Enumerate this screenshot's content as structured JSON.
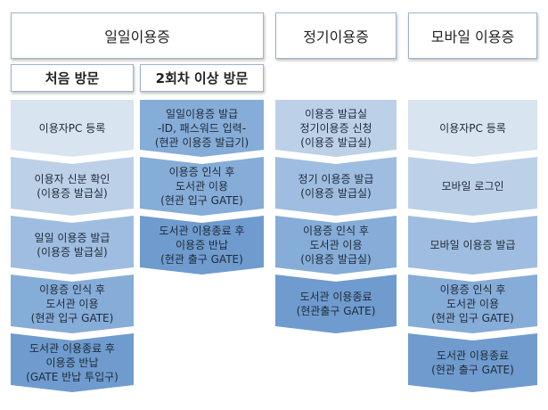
{
  "headers": {
    "daily": "일일이용증",
    "regular": "정기이용증",
    "mobile": "모바일 이용증"
  },
  "subheaders": {
    "first_visit": "처음 방문",
    "second_visit": "2회차 이상 방문"
  },
  "columns": {
    "first_visit": [
      "이용자PC 등록",
      "이용자 신분 확인\n(이용증 발급실)",
      "일일 이용증 발급\n(이용증 발급실)",
      "이용증 인식 후\n도서관 이용\n(현관 입구 GATE)",
      "도서관 이용종료 후\n이용증 반납\n(GATE 반납 투입구)"
    ],
    "second_visit": [
      "일일이용증 발급\n-ID, 패스워드 입력-\n(현관 이용증 발급기)",
      "이용증 인식 후\n도서관 이용\n(현관 입구 GATE)",
      "도서관 이용종료 후\n이용증 반납\n(현관 출구 GATE)"
    ],
    "regular": [
      "이용증 발급실\n정기이용증 신청\n(이용증 발급실)",
      "정기 이용증 발급\n(이용증 발급실)",
      "이용증 인식 후\n도서관 이용\n(이용증 발급실)",
      "도서관 이용종료\n(현관출구 GATE)"
    ],
    "mobile": [
      "이용자PC 등록",
      "모바일 로그인",
      "모바일 이용증 발급",
      "이용증 인식 후\n도서관 이용\n(현관 입구 GATE)",
      "도서관 이용종료\n(현관 출구 GATE)"
    ]
  },
  "colors": {
    "step_light": "#d8e4f0",
    "step_mid_light": "#bcd1e8",
    "step_mid": "#9fbde0",
    "step_mid_dark": "#86acd8",
    "step_dark": "#6f9bce",
    "border": "#9db3ca"
  }
}
